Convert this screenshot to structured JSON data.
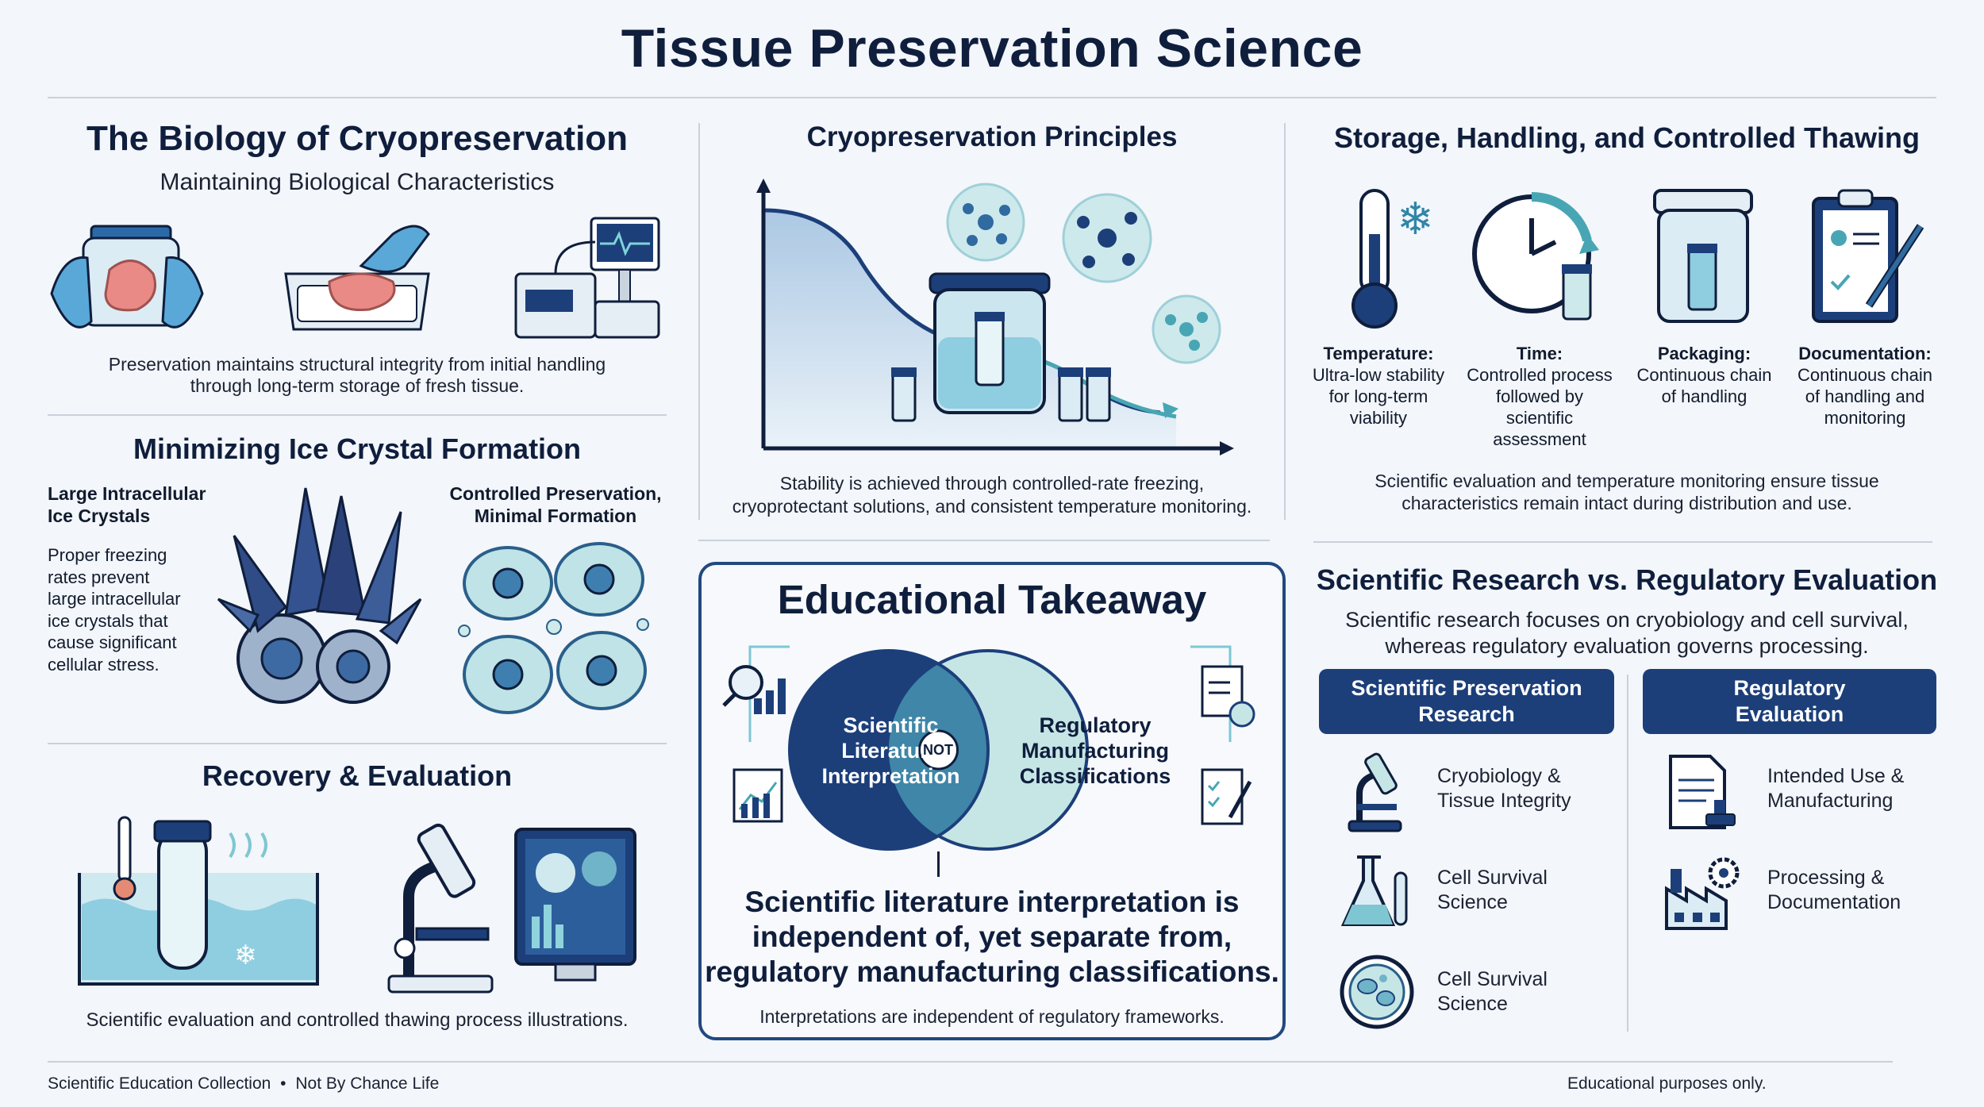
{
  "title": "Tissue Preservation Science",
  "biology": {
    "title": "The Biology of Cryopreservation",
    "subtitle": "Maintaining Biological Characteristics",
    "caption_line1": "Preservation maintains structural integrity from initial handling",
    "caption_line2": "through long-term storage of fresh tissue."
  },
  "ice": {
    "title": "Minimizing Ice Crystal Formation",
    "left_heading_1": "Large Intracellular",
    "left_heading_2": "Ice Crystals",
    "left_body": [
      "Proper freezing",
      "rates prevent",
      "large intracellular",
      "ice crystals that",
      "cause significant",
      "cellular stress."
    ],
    "right_heading_1": "Controlled Preservation,",
    "right_heading_2": "Minimal Formation"
  },
  "recovery": {
    "title": "Recovery & Evaluation",
    "caption": "Scientific evaluation and controlled thawing process illustrations."
  },
  "principles": {
    "title": "Cryopreservation Principles",
    "caption_line1": "Stability is achieved through controlled-rate freezing,",
    "caption_line2": "cryoprotectant solutions, and consistent temperature monitoring."
  },
  "storage": {
    "title": "Storage, Handling, and Controlled Thawing",
    "items": [
      {
        "label": "Temperature:",
        "lines": [
          "Ultra-low stability",
          "for long-term",
          "viability"
        ]
      },
      {
        "label": "Time:",
        "lines": [
          "Controlled process",
          "followed by",
          "scientific",
          "assessment"
        ]
      },
      {
        "label": "Packaging:",
        "lines": [
          "Continuous chain",
          "of handling"
        ]
      },
      {
        "label": "Documentation:",
        "lines": [
          "Continuous chain",
          "of handling and",
          "monitoring"
        ]
      }
    ],
    "caption_line1": "Scientific evaluation and temperature monitoring ensure tissue",
    "caption_line2": "characteristics remain intact during distribution and use."
  },
  "takeaway": {
    "title": "Educational Takeaway",
    "left_circle": [
      "Scientific",
      "Literature",
      "Interpretation"
    ],
    "right_circle": [
      "Regulatory",
      "Manufacturing",
      "Classifications"
    ],
    "center_badge": "NOT",
    "statement": [
      "Scientific literature interpretation is",
      "independent of, yet separate from,",
      "regulatory manufacturing classifications."
    ],
    "note": "Interpretations are independent of regulatory frameworks."
  },
  "research_vs_reg": {
    "title": "Scientific Research vs. Regulatory Evaluation",
    "caption_line1": "Scientific research focuses on cryobiology and cell survival,",
    "caption_line2": "whereas regulatory evaluation governs processing.",
    "left_header": [
      "Scientific Preservation",
      "Research"
    ],
    "right_header": [
      "Regulatory",
      "Evaluation"
    ],
    "left_items": [
      {
        "icon": "microscope-icon",
        "lines": [
          "Cryobiology &",
          "Tissue Integrity"
        ]
      },
      {
        "icon": "flask-icon",
        "lines": [
          "Cell Survival",
          "Science"
        ]
      },
      {
        "icon": "petri-dish-icon",
        "lines": [
          "Cell Survival",
          "Science"
        ]
      }
    ],
    "right_items": [
      {
        "icon": "document-stamp-icon",
        "lines": [
          "Intended Use &",
          "Manufacturing"
        ]
      },
      {
        "icon": "factory-gear-icon",
        "lines": [
          "Processing &",
          "Documentation"
        ]
      }
    ]
  },
  "footer": {
    "left": "Scientific Education Collection",
    "bullet": "•",
    "left2": "Not By Chance Life",
    "right": "Educational purposes only."
  },
  "colors": {
    "navy": "#1c3f7a",
    "dark": "#0f1e3c",
    "light_teal": "#c6e6e6",
    "ice_blue": "#a9d3e3"
  }
}
